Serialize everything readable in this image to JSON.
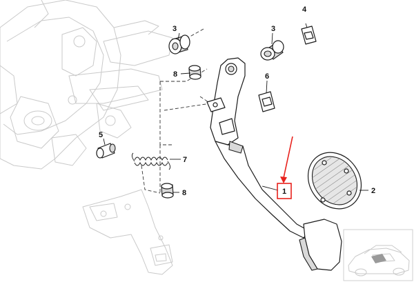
{
  "diagram": {
    "callouts": [
      {
        "id": "1",
        "label": "1",
        "highlighted": true
      },
      {
        "id": "2",
        "label": "2"
      },
      {
        "id": "3a",
        "label": "3"
      },
      {
        "id": "3b",
        "label": "3"
      },
      {
        "id": "4",
        "label": "4"
      },
      {
        "id": "5",
        "label": "5"
      },
      {
        "id": "6",
        "label": "6"
      },
      {
        "id": "7",
        "label": "7"
      },
      {
        "id": "8a",
        "label": "8"
      },
      {
        "id": "8b",
        "label": "8"
      }
    ],
    "colors": {
      "highlight_box": "#e8211c",
      "arrow": "#e8211c",
      "line_art": "#1a1a1a",
      "ghost_art": "#c9c9c9",
      "background": "#ffffff"
    },
    "icons": [
      "car-thumbnail-icon"
    ]
  }
}
